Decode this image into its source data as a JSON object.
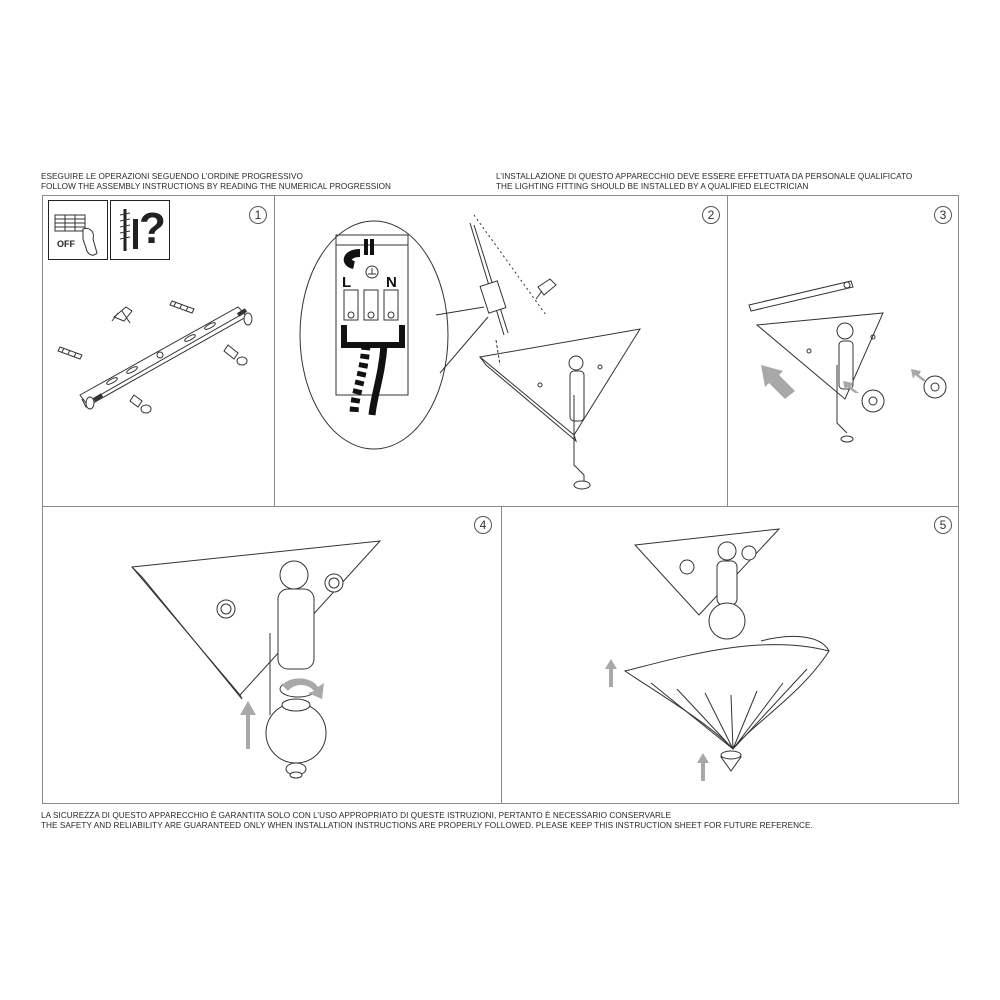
{
  "header": {
    "left_it": "ESEGUIRE LE OPERAZIONI SEGUENDO L’ORDINE PROGRESSIVO",
    "left_en": "FOLLOW THE ASSEMBLY INSTRUCTIONS BY READING THE NUMERICAL PROGRESSION",
    "right_it": "L’INSTALLAZIONE DI QUESTO APPARECCHIO DEVE ESSERE EFFETTUATA DA PERSONALE QUALIFICATO",
    "right_en": "THE LIGHTING FITTING SHOULD BE INSTALLED BY A QUALIFIED ELECTRICIAN"
  },
  "footer": {
    "it": "LA SICUREZZA DI QUESTO APPARECCHIO È GARANTITA SOLO CON L’USO APPROPRIATO DI QUESTE ISTRUZIONI, PERTANTO È NECESSARIO CONSERVARLE",
    "en": "THE SAFETY AND RELIABILITY ARE GUARANTEED ONLY WHEN INSTALLATION INSTRUCTIONS ARE PROPERLY FOLLOWED. PLEASE KEEP THIS INSTRUCTION SHEET FOR FUTURE REFERENCE."
  },
  "steps": [
    {
      "number": "1"
    },
    {
      "number": "2"
    },
    {
      "number": "3"
    },
    {
      "number": "4"
    },
    {
      "number": "5"
    }
  ],
  "step1": {
    "switch_label": "OFF",
    "question_mark": "?",
    "icons": [
      "power-off-switch-icon",
      "screw-icon",
      "question-icon"
    ]
  },
  "step2": {
    "terminal_labels": {
      "live": "L",
      "neutral": "N"
    },
    "icons": [
      "earth-ground-icon"
    ]
  },
  "colors": {
    "line": "#333333",
    "frame": "#8a8a8a",
    "arrow": "#a8a8a8",
    "background": "#ffffff"
  }
}
